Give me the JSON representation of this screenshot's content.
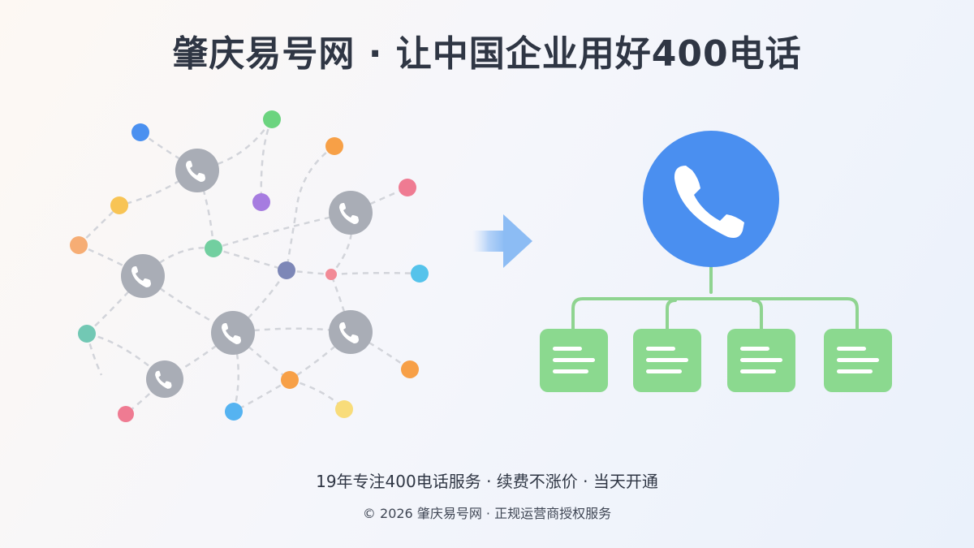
{
  "title": "肇庆易号网 · 让中国企业用好400电话",
  "tagline": "19年专注400电话服务 · 续费不涨价 · 当天开通",
  "copyright": "© 2026 肇庆易号网 · 正规运营商授权服务",
  "icons": {
    "scattered_phone": "phone-icon",
    "unified_phone": "phone-icon",
    "branch": "document-icon",
    "arrow": "arrow-right-icon"
  },
  "colors": {
    "scattered_phone_node": "#a9adb6",
    "hub_blue": "#4a8ff0",
    "branch_green": "#8bd98f",
    "tree_line": "#8fd490",
    "link_line": "#d2d4da",
    "title_text": "#2f3644"
  }
}
